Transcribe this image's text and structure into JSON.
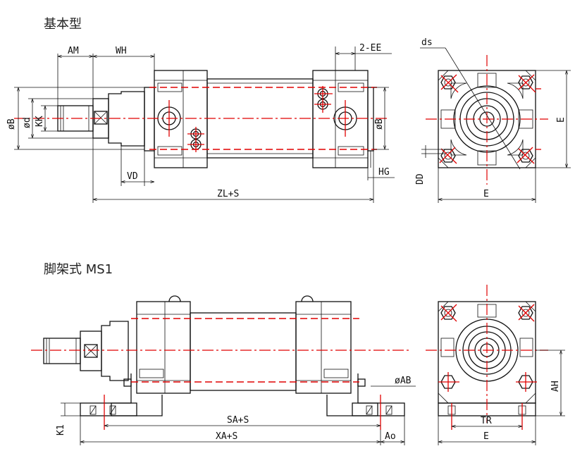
{
  "titles": {
    "basic": "基本型",
    "foot_mount": "脚架式 MS1"
  },
  "dims_basic_side": {
    "am": "AM",
    "wh": "WH",
    "ee": "2-EE",
    "phi_b_left": "øB",
    "phi_d": "ød",
    "kk": "KK",
    "phi_b_right": "øB",
    "vd": "VD",
    "hg": "HG",
    "zl": "ZL+S"
  },
  "dims_basic_end": {
    "ds": "ds",
    "e_vertical": "E",
    "dd": "DD",
    "e_horizontal": "E"
  },
  "dims_foot_side": {
    "phi_ab": "øAB",
    "k1": "K1",
    "sa": "SA+S",
    "xa": "XA+S",
    "ao": "Ao"
  },
  "dims_foot_end": {
    "ah": "AH",
    "tr": "TR",
    "e": "E"
  },
  "colors": {
    "outline": "#111111",
    "centerline": "#e00000"
  }
}
